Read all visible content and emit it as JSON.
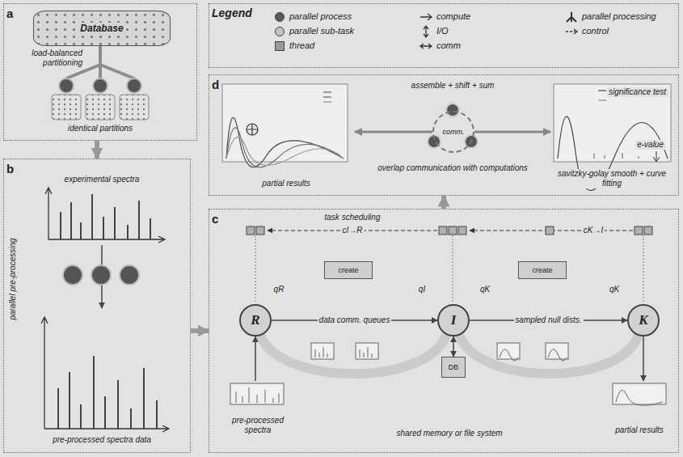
{
  "diagram": {
    "nodes": [
      {
        "text": [
          "a"
        ]
      },
      {
        "text": [
          "Database"
        ],
        "in": 0
      },
      {
        "text": [
          "Legend"
        ]
      },
      {
        "text": [
          "d"
        ]
      },
      {
        "text": [
          "partial results"
        ],
        "in": 3
      },
      {
        "text": [
          "comm."
        ],
        "in": 3
      },
      {
        "text": [
          "significance test",
          "e-value",
          "savitzky-golay smooth + curve fitting"
        ],
        "in": 3
      },
      {
        "text": [
          "b"
        ]
      },
      {
        "text": [
          "experimental spectra"
        ],
        "in": 7
      },
      {
        "text": [
          "pre-processed spectra data"
        ],
        "in": 7
      },
      {
        "text": [
          "c"
        ]
      },
      {
        "text": [
          "R"
        ],
        "in": 10
      },
      {
        "text": [
          "I"
        ],
        "in": 10
      },
      {
        "text": [
          "K"
        ],
        "in": 10
      },
      {
        "text": [
          "DB"
        ],
        "in": 10
      },
      {
        "text": [
          "pre-processed spectra"
        ],
        "in": 10
      },
      {
        "text": [
          "partial results"
        ],
        "in": 10
      },
      {
        "text": [
          "create"
        ],
        "in": 10
      },
      {
        "text": [
          "create"
        ],
        "in": 10
      }
    ],
    "edges": [
      {
        "from": 0,
        "to": 7,
        "arrow": "to"
      },
      {
        "from": 7,
        "to": 10,
        "arrow": "to"
      },
      {
        "from": 10,
        "to": 3,
        "arrow": "to"
      },
      {
        "from": 8,
        "to": 9,
        "arrow": "to"
      },
      {
        "from": 15,
        "to": 11,
        "arrow": "to"
      },
      {
        "from": 11,
        "to": 12,
        "label": "data comm. queues",
        "arrow": "to"
      },
      {
        "from": 12,
        "to": 14,
        "arrow": "both"
      },
      {
        "from": 12,
        "to": 13,
        "label": "sampled null dists.",
        "arrow": "to"
      },
      {
        "from": 13,
        "to": 16,
        "arrow": "to"
      },
      {
        "from": 5,
        "to": 4,
        "arrow": "to"
      },
      {
        "from": 5,
        "to": 6,
        "arrow": "to"
      }
    ],
    "labels": [
      "load-balanced partitioning",
      "identical partitions",
      "parallel pre-processing",
      "assemble + shift + sum",
      "overlap communication with computations",
      "task scheduling",
      "cI→R",
      "cK→I",
      "qR",
      "qI",
      "qK",
      "qK",
      "shared memory or file system"
    ],
    "legend": [
      {
        "text": "parallel process",
        "color": "#5a5a5a"
      },
      {
        "text": "parallel sub-task",
        "color": "#c4c4c4"
      },
      {
        "text": "thread",
        "color": "#9a9a9a"
      },
      {
        "text": "compute"
      },
      {
        "text": "I/O"
      },
      {
        "text": "comm"
      },
      {
        "text": "parallel processing"
      },
      {
        "text": "control"
      }
    ]
  }
}
